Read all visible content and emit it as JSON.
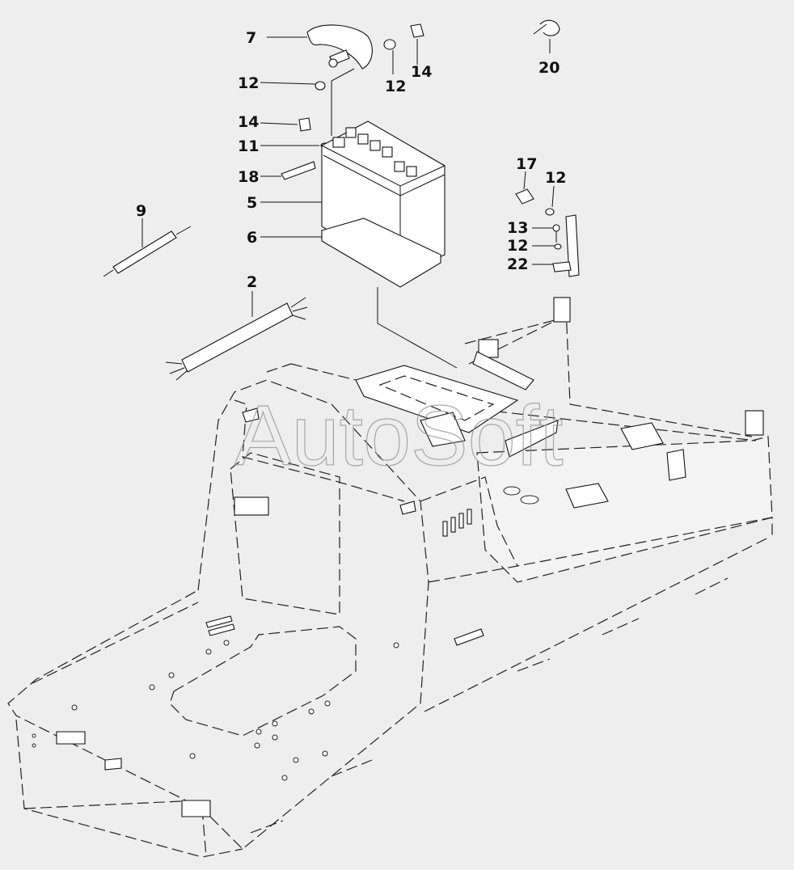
{
  "watermark": "AutoSoft",
  "callouts": {
    "c7": "7",
    "c12a": "12",
    "c12b": "12",
    "c14a": "14",
    "c14b": "14",
    "c11": "11",
    "c18": "18",
    "c5": "5",
    "c6": "6",
    "c9": "9",
    "c2": "2",
    "c20": "20",
    "c17": "17",
    "c12c": "12",
    "c13": "13",
    "c12d": "12",
    "c22": "22"
  }
}
